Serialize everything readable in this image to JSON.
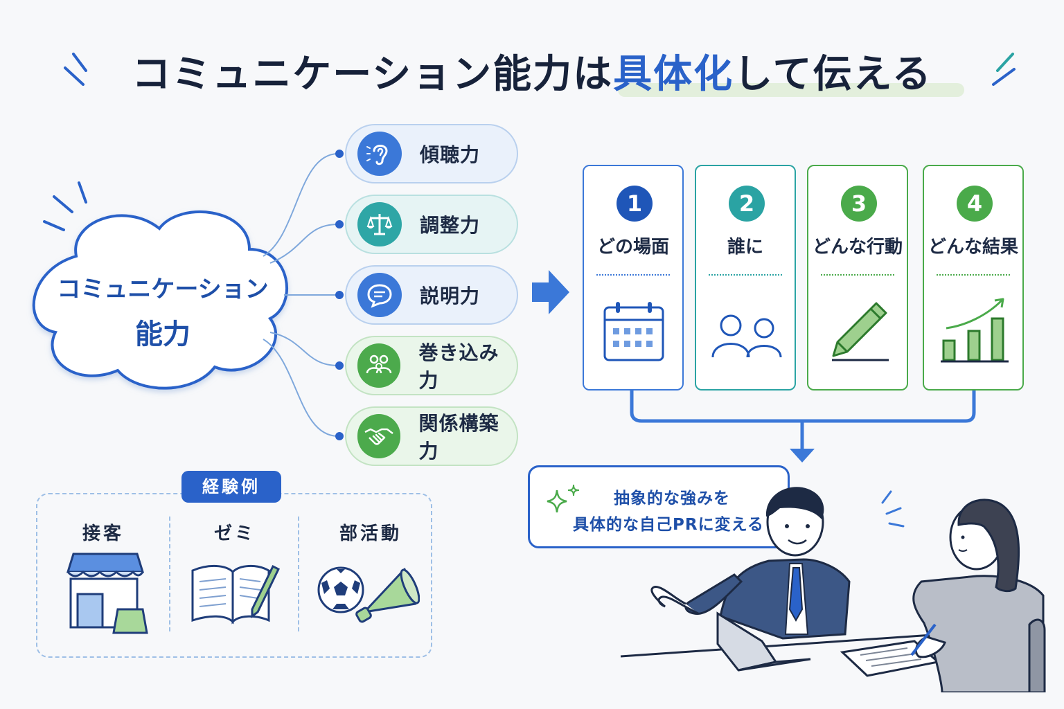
{
  "title": {
    "part1": "コミュニケーション能力は",
    "highlight": "具体化",
    "part2": "して伝える"
  },
  "cloud": {
    "line1": "コミュニケーション",
    "line2": "能力"
  },
  "skills": [
    {
      "label": "傾聴力",
      "icon": "ear-icon",
      "color": "#3b78d8"
    },
    {
      "label": "調整力",
      "icon": "scale-icon",
      "color": "#2ea6a6"
    },
    {
      "label": "説明力",
      "icon": "speech-bubble-icon",
      "color": "#3b78d8"
    },
    {
      "label": "巻き込み力",
      "icon": "group-icon",
      "color": "#4caa4c"
    },
    {
      "label": "関係構築力",
      "icon": "handshake-icon",
      "color": "#4caa4c"
    }
  ],
  "steps": [
    {
      "num": "1",
      "label": "どの場面",
      "icon": "calendar-icon",
      "color": "#1f56b8"
    },
    {
      "num": "2",
      "label": "誰に",
      "icon": "people-icon",
      "color": "#2aa3a3"
    },
    {
      "num": "3",
      "label": "どんな行動",
      "icon": "pencil-icon",
      "color": "#4aaa4a"
    },
    {
      "num": "4",
      "label": "どんな結果",
      "icon": "growth-chart-icon",
      "color": "#4aaa4a"
    }
  ],
  "experience": {
    "tag": "経験例",
    "items": [
      {
        "label": "接客",
        "icon": "shop-icon"
      },
      {
        "label": "ゼミ",
        "icon": "notebook-icon"
      },
      {
        "label": "部活動",
        "icon": "soccer-ball-megaphone-icon"
      }
    ]
  },
  "message": {
    "line1": "抽象的な強みを",
    "line2": "具体的な自己PRに変える"
  },
  "colors": {
    "blue": "#2a62c9",
    "teal": "#2aa3a3",
    "green": "#4aaa4a",
    "dark": "#17223a"
  }
}
